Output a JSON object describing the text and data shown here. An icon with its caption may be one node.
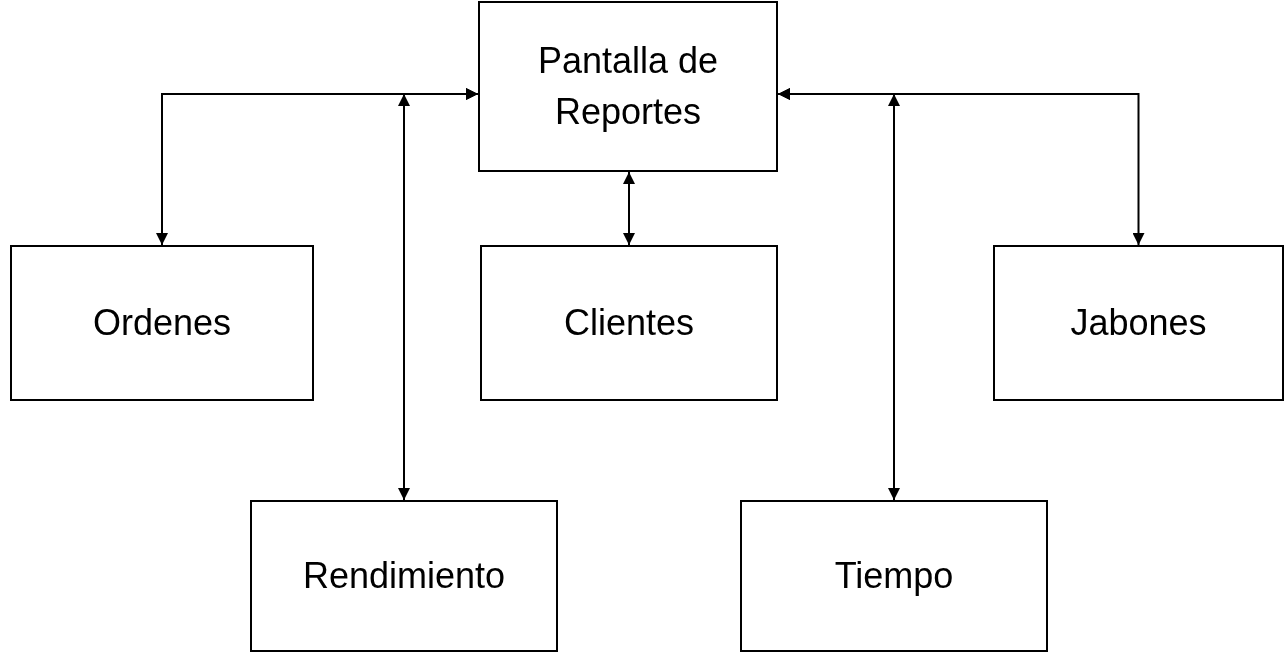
{
  "diagram": {
    "nodes": [
      {
        "text": [
          "Pantalla de Reportes"
        ]
      },
      {
        "text": [
          "Ordenes"
        ]
      },
      {
        "text": [
          "Clientes"
        ]
      },
      {
        "text": [
          "Jabones"
        ]
      },
      {
        "text": [
          "Rendimiento"
        ]
      },
      {
        "text": [
          "Tiempo"
        ]
      }
    ],
    "edges": [
      {
        "from": 0,
        "to": 1,
        "arrow": "both"
      },
      {
        "from": 0,
        "to": 4,
        "arrow": "both"
      },
      {
        "from": 0,
        "to": 2,
        "arrow": "both"
      },
      {
        "from": 0,
        "to": 3,
        "arrow": "both"
      },
      {
        "from": 0,
        "to": 5,
        "arrow": "both"
      }
    ]
  }
}
